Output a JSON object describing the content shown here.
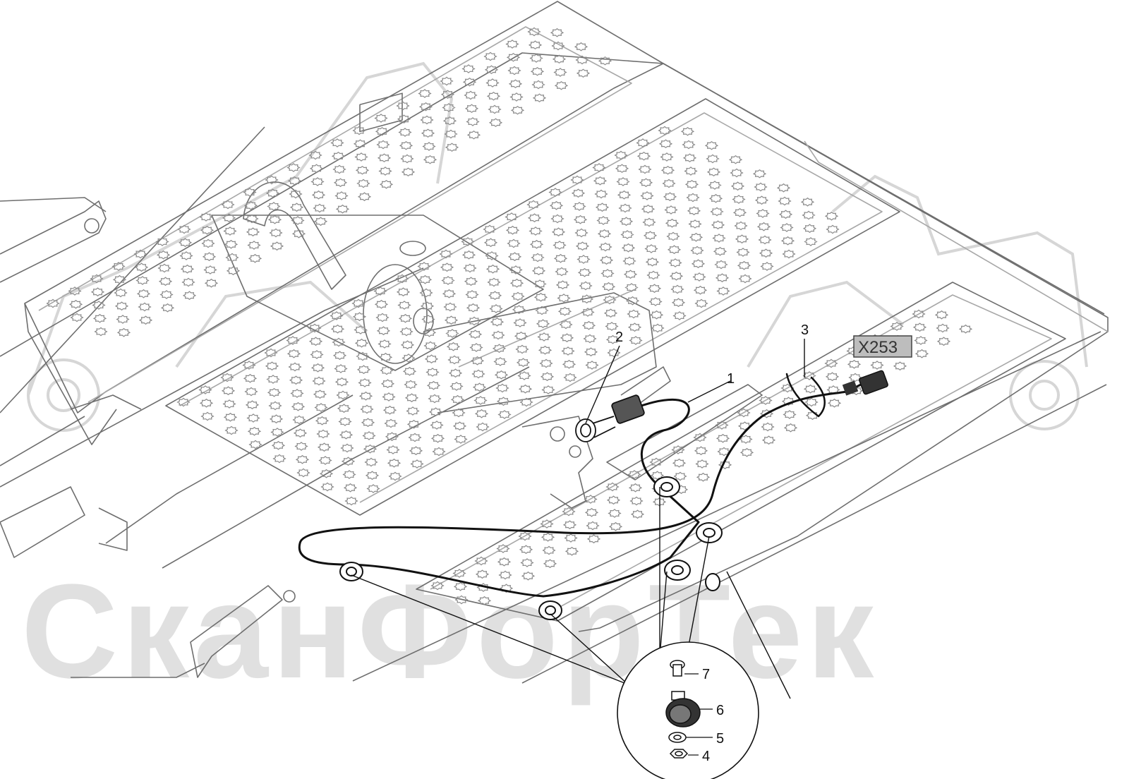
{
  "diagram": {
    "callouts": [
      {
        "id": "1",
        "label": "1"
      },
      {
        "id": "2",
        "label": "2"
      },
      {
        "id": "3",
        "label": "3"
      },
      {
        "id": "4",
        "label": "4"
      },
      {
        "id": "5",
        "label": "5"
      },
      {
        "id": "6",
        "label": "6"
      },
      {
        "id": "7",
        "label": "7"
      }
    ],
    "connector_tag": "X253"
  },
  "watermark": {
    "text": "СканФорТек"
  },
  "colors": {
    "line": "#6e6e6e",
    "line_light": "#a8a8a8",
    "harness": "#111111",
    "tag_fill": "#bdbdbd",
    "watermark": "#c8c8c8"
  }
}
